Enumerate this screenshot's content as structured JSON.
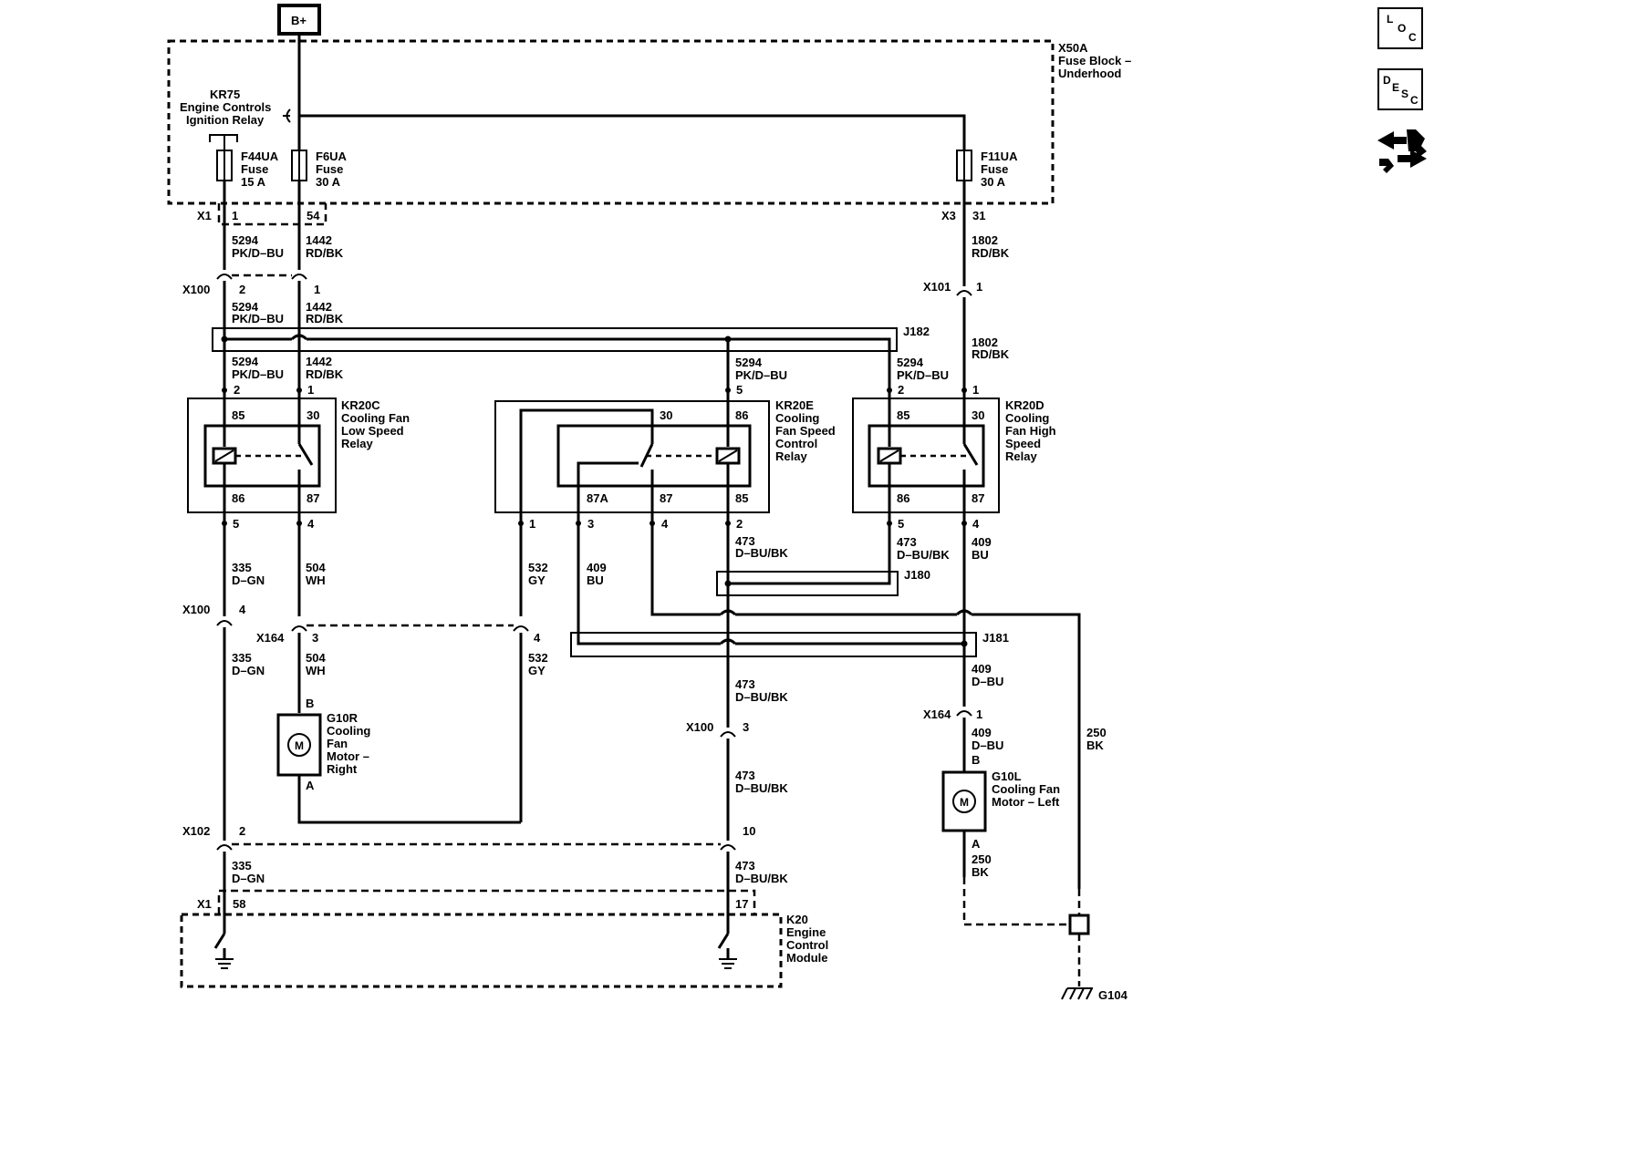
{
  "power": {
    "label": "B+"
  },
  "fuse_block": {
    "id": "X50A",
    "name_line1": "Fuse Block –",
    "name_line2": "Underhood"
  },
  "ignition_relay": {
    "id": "KR75",
    "name_line1": "Engine Controls",
    "name_line2": "Ignition Relay"
  },
  "fuses": [
    {
      "id": "F44UA",
      "type": "Fuse",
      "rating": "15 A"
    },
    {
      "id": "F6UA",
      "type": "Fuse",
      "rating": "30 A"
    },
    {
      "id": "F11UA",
      "type": "Fuse",
      "rating": "30 A"
    }
  ],
  "connectors": {
    "x1": "X1",
    "x3": "X3",
    "x100": "X100",
    "x101": "X101",
    "x102": "X102",
    "x164": "X164"
  },
  "splices": {
    "j182": "J182",
    "j180": "J180",
    "j181": "J181"
  },
  "pins": {
    "x1_1": "1",
    "x1_54": "54",
    "x3_31": "31",
    "x100_2": "2",
    "x100_1": "1",
    "x101_1": "1",
    "kr20c_2": "2",
    "kr20c_1": "1",
    "kr20c_5": "5",
    "kr20c_4": "4",
    "kr20e_5": "5",
    "kr20e_1": "1",
    "kr20e_3": "3",
    "kr20e_4": "4",
    "kr20e_2": "2",
    "kr20d_2": "2",
    "kr20d_1": "1",
    "kr20d_5": "5",
    "kr20d_4": "4",
    "x100_4": "4",
    "x164_3": "3",
    "x164_4": "4",
    "x164_1": "1",
    "x100_3": "3",
    "x102_2": "2",
    "x102_10": "10",
    "x1_58": "58",
    "x1_17": "17",
    "g10r_b": "B",
    "g10r_a": "A",
    "g10l_b": "B",
    "g10l_a": "A"
  },
  "wires": {
    "w5294": {
      "circuit": "5294",
      "color": "PK/D–BU"
    },
    "w1442": {
      "circuit": "1442",
      "color": "RD/BK"
    },
    "w1802": {
      "circuit": "1802",
      "color": "RD/BK"
    },
    "w335": {
      "circuit": "335",
      "color": "D–GN"
    },
    "w504": {
      "circuit": "504",
      "color": "WH"
    },
    "w532": {
      "circuit": "532",
      "color": "GY"
    },
    "w409bu": {
      "circuit": "409",
      "color": "BU"
    },
    "w473": {
      "circuit": "473",
      "color": "D–BU/BK"
    },
    "w409dbu": {
      "circuit": "409",
      "color": "D–BU"
    },
    "w250": {
      "circuit": "250",
      "color": "BK"
    }
  },
  "relays": {
    "kr20c": {
      "id": "KR20C",
      "l1": "Cooling Fan",
      "l2": "Low Speed",
      "l3": "Relay",
      "t85": "85",
      "t30": "30",
      "t86": "86",
      "t87": "87"
    },
    "kr20e": {
      "id": "KR20E",
      "l1": "Cooling",
      "l2": "Fan Speed",
      "l3": "Control",
      "l4": "Relay",
      "t30": "30",
      "t86": "86",
      "t87a": "87A",
      "t87": "87",
      "t85": "85"
    },
    "kr20d": {
      "id": "KR20D",
      "l1": "Cooling",
      "l2": "Fan High",
      "l3": "Speed",
      "l4": "Relay",
      "t85": "85",
      "t30": "30",
      "t86": "86",
      "t87": "87"
    }
  },
  "motors": {
    "g10r": {
      "id": "G10R",
      "l1": "Cooling",
      "l2": "Fan",
      "l3": "Motor –",
      "l4": "Right",
      "symbol": "M"
    },
    "g10l": {
      "id": "G10L",
      "l1": "Cooling Fan",
      "l2": "Motor – Left",
      "symbol": "M"
    }
  },
  "ecm": {
    "id": "K20",
    "l1": "Engine",
    "l2": "Control",
    "l3": "Module"
  },
  "ground": {
    "id": "G104"
  },
  "nav": {
    "loc": {
      "l": "L",
      "o": "O",
      "c": "C"
    },
    "desc": {
      "d": "D",
      "e": "E",
      "s": "S",
      "c": "C"
    },
    "connector_icon": "connector-end-view-icon"
  }
}
